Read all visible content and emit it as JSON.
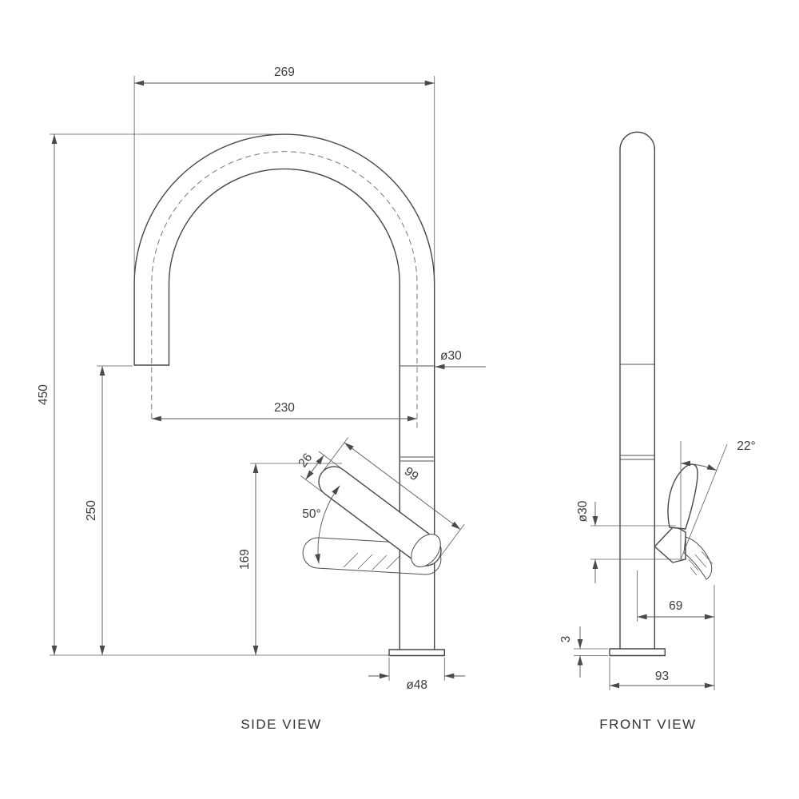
{
  "page": {
    "background": "#ffffff",
    "line_color": "#474747",
    "text_color": "#3c3c3c"
  },
  "side_view": {
    "label": "SIDE VIEW",
    "dims": {
      "overall_width": "269",
      "overall_height": "450",
      "spout_outlet_height": "250",
      "spout_reach": "230",
      "handle_height": "169",
      "spout_diameter": "ø30",
      "base_diameter": "ø48",
      "handle_diameter": "26",
      "handle_length": "99",
      "handle_angle": "50°"
    }
  },
  "front_view": {
    "label": "FRONT VIEW",
    "dims": {
      "handle_tilt": "22°",
      "cartridge_diameter": "ø30",
      "handle_offset": "69",
      "base_plate_thickness": "3",
      "base_span": "93"
    }
  }
}
